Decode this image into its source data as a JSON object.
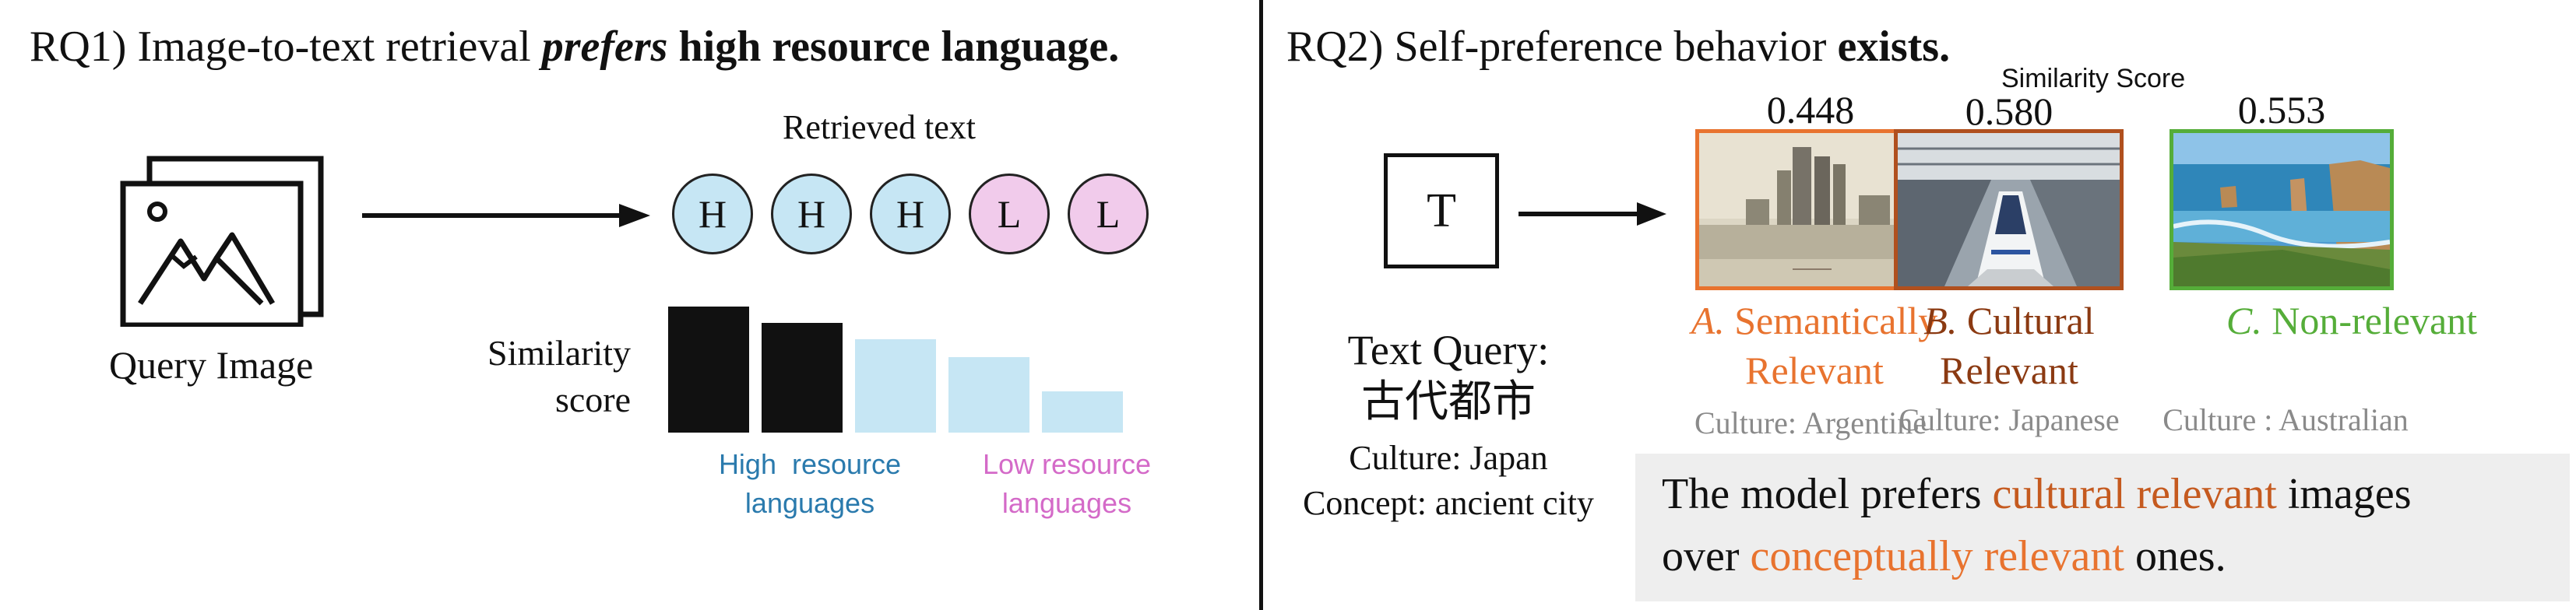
{
  "rq1": {
    "title_prefix": "RQ1) Image-to-text retrieval ",
    "title_emph": "prefers",
    "title_bold": " high resource language.",
    "query_image_label": "Query Image",
    "retrieved_label": "Retrieved text",
    "circles": [
      "H",
      "H",
      "H",
      "L",
      "L"
    ],
    "similarity_label_line1": "Similarity",
    "similarity_label_line2": "score",
    "high_label_line1": "High  resource",
    "high_label_line2": "languages",
    "low_label_line1": "Low resource",
    "low_label_line2": "languages",
    "bar_scores": [
      1.0,
      0.87,
      0.74,
      0.6,
      0.33
    ],
    "bar_groups": [
      "high",
      "high",
      "high",
      "low",
      "low"
    ]
  },
  "rq2": {
    "title_prefix": "RQ2) Self-preference behavior ",
    "title_bold": "exists.",
    "text_box": "T",
    "query_label": "Text Query:",
    "query_text": "古代都市",
    "culture": "Culture: Japan",
    "concept": "Concept: ancient city",
    "similarity_header": "Similarity Score",
    "candidates": [
      {
        "score": "0.448",
        "letter": "A.",
        "label_line1": "Semantically",
        "label_line2": "Relevant",
        "culture": "Culture: Argentine"
      },
      {
        "score": "0.580",
        "letter": "B.",
        "label_line1": "Cultural",
        "label_line2": "Relevant",
        "culture": "Culture: Japanese"
      },
      {
        "score": "0.553",
        "letter": "C.",
        "label_line1": "Non-relevant",
        "label_line2": "",
        "culture": "Culture : Australian"
      }
    ],
    "callout_line1_a": "The model prefers ",
    "callout_line1_hl": "cultural relevant",
    "callout_line1_b": " images",
    "callout_line2_a": "over ",
    "callout_line2_hl": "conceptually relevant",
    "callout_line2_b": " ones."
  },
  "colors": {
    "high": "#c6e6f4",
    "low": "#f1cbeb",
    "semantic": "#e8732f",
    "cultural": "#8b3a12",
    "nonrelevant": "#55ad39"
  }
}
